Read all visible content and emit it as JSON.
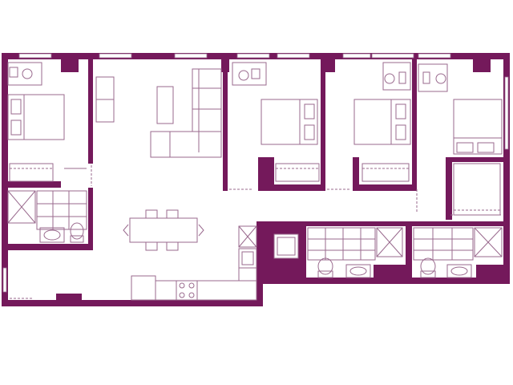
{
  "plan": {
    "colors": {
      "wall": "#74195b",
      "line": "#9a6a8e",
      "window": "#ffffff",
      "background": "#ffffff"
    },
    "rooms": [
      {
        "key": "bedroom-1",
        "fixtures": [
          "bed-icon",
          "desk-icon",
          "closet-icon"
        ]
      },
      {
        "key": "living-room",
        "fixtures": [
          "sofa-icon",
          "coffee-table-icon",
          "tv-console-icon"
        ]
      },
      {
        "key": "bedroom-2",
        "fixtures": [
          "bed-icon",
          "desk-icon",
          "closet-icon"
        ]
      },
      {
        "key": "bedroom-3",
        "fixtures": [
          "bed-icon",
          "desk-icon",
          "closet-icon"
        ]
      },
      {
        "key": "bedroom-4",
        "fixtures": [
          "bed-icon",
          "desk-icon",
          "closet-icon"
        ]
      },
      {
        "key": "bathroom-1",
        "fixtures": [
          "shower-icon",
          "sink-icon",
          "toilet-icon"
        ]
      },
      {
        "key": "bathroom-2",
        "fixtures": [
          "shower-icon",
          "sink-icon",
          "toilet-icon"
        ]
      },
      {
        "key": "bathroom-3",
        "fixtures": [
          "shower-icon",
          "sink-icon",
          "toilet-icon"
        ]
      },
      {
        "key": "dining-area",
        "fixtures": [
          "dining-table-icon"
        ]
      },
      {
        "key": "kitchen",
        "fixtures": [
          "stove-icon",
          "refrigerator-icon",
          "kitchen-sink-icon"
        ]
      },
      {
        "key": "laundry",
        "fixtures": [
          "washer-icon"
        ]
      }
    ]
  }
}
